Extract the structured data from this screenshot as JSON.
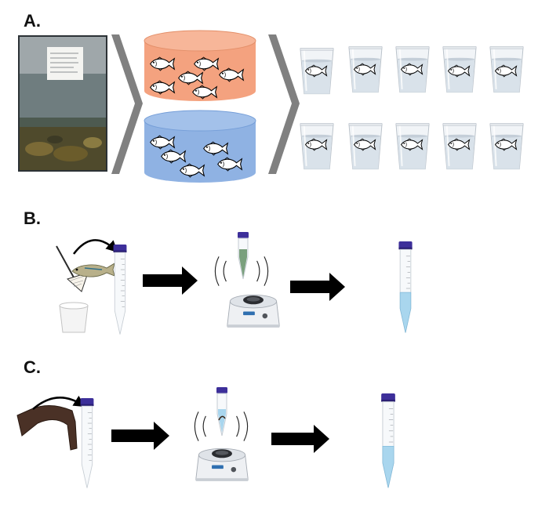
{
  "panels": {
    "a": {
      "label": "A."
    },
    "b": {
      "label": "B."
    },
    "c": {
      "label": "C."
    }
  },
  "colors": {
    "orange_tank": "#f4a27f",
    "blue_tank": "#8fb2e3",
    "tube_cap": "#3d2f9a",
    "tube_liquid": "#a9d6ee",
    "arrow": "#000000",
    "chevron": "#808080"
  },
  "icons": [
    "aquarium-photo",
    "fish-icon",
    "water-cup-icon",
    "centrifuge-tube-icon",
    "dip-net-icon",
    "bucket-icon",
    "vortex-mixer-icon",
    "sediment-sample-icon"
  ]
}
